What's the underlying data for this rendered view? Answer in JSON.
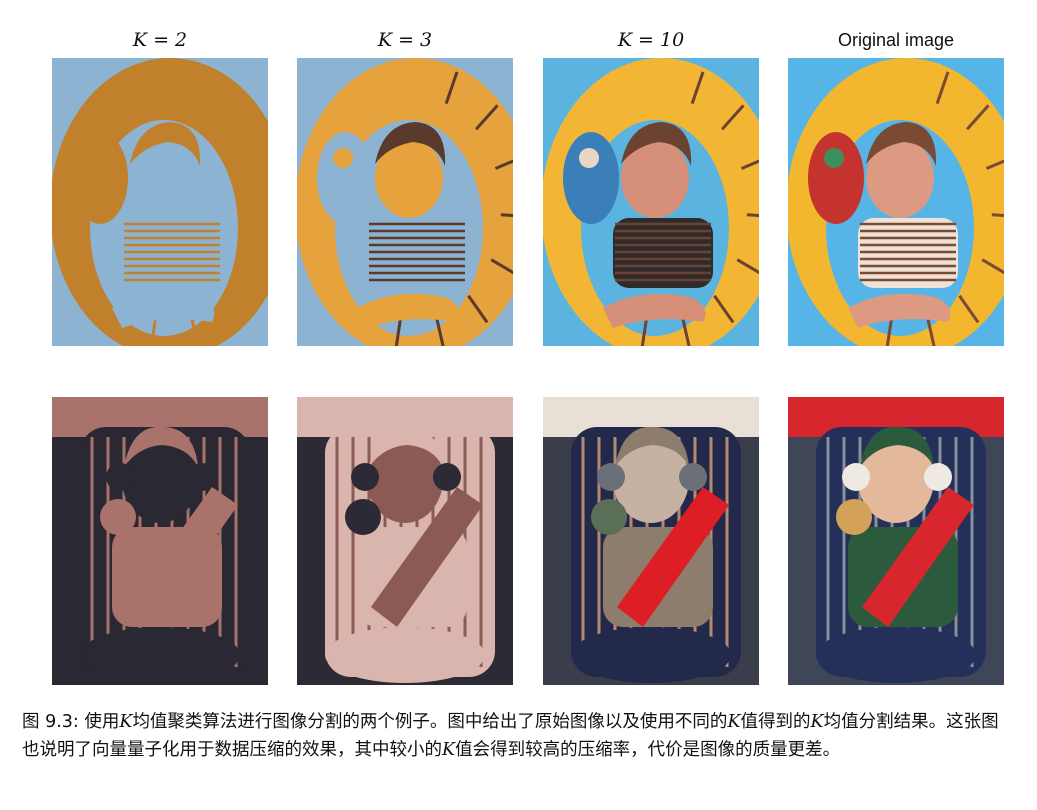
{
  "columns": [
    {
      "label": "K = 2",
      "style": "math"
    },
    {
      "label": "K = 3",
      "style": "math"
    },
    {
      "label": "K = 10",
      "style": "math"
    },
    {
      "label": "Original image",
      "style": "plain"
    }
  ],
  "rows": [
    {
      "description": "boy in inflatable ring",
      "palettes": [
        [
          "#c1802c",
          "#8db3d3"
        ],
        [
          "#e6a23c",
          "#8db3d3",
          "#5a3a2c"
        ],
        [
          "#f2b634",
          "#5bb3df",
          "#6c4230",
          "#d68f78",
          "#3b7fb8",
          "#9a6450",
          "#e9d7c6",
          "#2f2a2b",
          "#c86a3c",
          "#f4cf63"
        ],
        [
          "#f3b72f",
          "#56b5e6",
          "#7a4a35",
          "#dc9a82",
          "#c5332f",
          "#2d7fbc",
          "#3f8f5e",
          "#efe2d6"
        ]
      ]
    },
    {
      "description": "child in car seat",
      "palettes": [
        [
          "#a9736b",
          "#2a2833"
        ],
        [
          "#8c5a54",
          "#2b2a35",
          "#d9b5ae"
        ],
        [
          "#dd1e25",
          "#3a3e4a",
          "#8e7d6c",
          "#c5b2a3",
          "#5b6e58",
          "#22294a",
          "#b78a6f",
          "#6b6f78",
          "#e8e0d7",
          "#1b1a20"
        ],
        [
          "#d8262e",
          "#3f4658",
          "#2c5a3d",
          "#e4b89b",
          "#d3a158",
          "#24305a",
          "#8a8f98",
          "#efe9e3"
        ]
      ]
    }
  ],
  "caption": {
    "prefix": "图 9.3: 使用",
    "k1": "K",
    "part2": "均值聚类算法进行图像分割的两个例子。图中给出了原始图像以及使用不同的",
    "k2": "K",
    "part3": "值得到的",
    "k3": "K",
    "part4": "均值分割结果。这张图也说明了向量量子化用于数据压缩的效果，其中较小的",
    "k4": "K",
    "part5": "值会得到较高的压缩率，代价是图像的质量更差。"
  }
}
